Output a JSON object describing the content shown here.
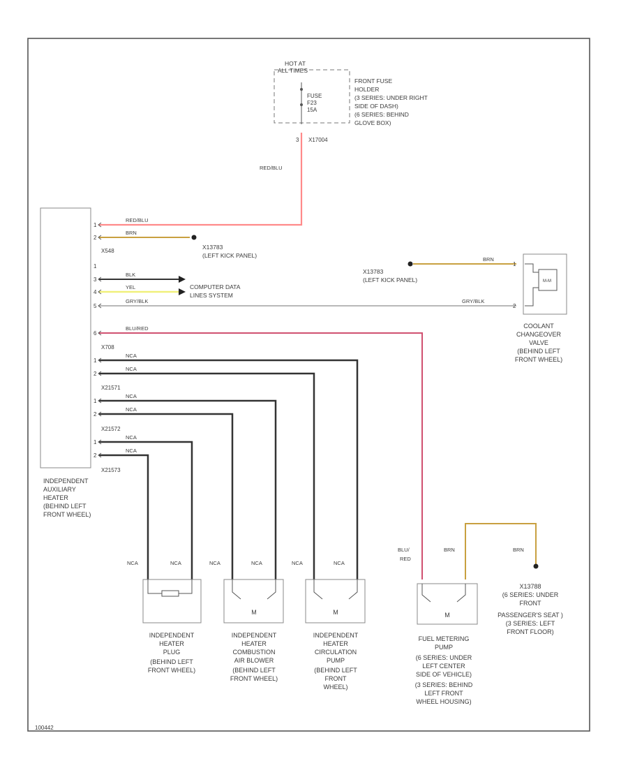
{
  "diagram_id": "100442",
  "fuse_holder": {
    "header": [
      "HOT AT",
      "ALL TIMES"
    ],
    "fuse_lines": [
      "FUSE",
      "F23",
      "15A"
    ],
    "description": [
      "FRONT FUSE",
      "HOLDER",
      "(3 SERIES: UNDER RIGHT",
      "SIDE OF DASH)",
      "(6 SERIES: BEHIND",
      "GLOVE BOX)"
    ],
    "pin": "3",
    "connector": "X17004",
    "wire_color": "RED/BLU"
  },
  "module": {
    "caption": [
      "INDEPENDENT",
      "AUXILIARY",
      "HEATER",
      "(BEHIND LEFT",
      "FRONT WHEEL)"
    ],
    "connector_1": "X548",
    "connector_2": "X708",
    "connector_3": "X21571",
    "connector_4": "X21572",
    "connector_5": "X21573"
  },
  "module_wires": [
    {
      "pin": "1",
      "color": "RED/BLU"
    },
    {
      "pin": "2",
      "color": "BRN"
    },
    {
      "pin": "1",
      "color": ""
    },
    {
      "pin": "3",
      "color": "BLK"
    },
    {
      "pin": "4",
      "color": "YEL"
    },
    {
      "pin": "5",
      "color": "GRY/BLK"
    },
    {
      "pin": "6",
      "color": "BLU/RED"
    },
    {
      "pin": "1",
      "color": "NCA"
    },
    {
      "pin": "2",
      "color": "NCA"
    },
    {
      "pin": "1",
      "color": "NCA"
    },
    {
      "pin": "2",
      "color": "NCA"
    },
    {
      "pin": "1",
      "color": "NCA"
    },
    {
      "pin": "2",
      "color": "NCA"
    }
  ],
  "grounds": {
    "left_ground_1": [
      "X13783",
      "(LEFT KICK PANEL)"
    ],
    "left_ground_2": [
      "X13783",
      "(LEFT KICK PANEL)"
    ],
    "right_ground": [
      "X13788",
      "(6 SERIES: UNDER",
      "FRONT",
      "PASSENGER'S SEAT )",
      "(3 SERIES: LEFT",
      "FRONT FLOOR)"
    ]
  },
  "data_link": [
    "COMPUTER DATA",
    "LINES SYSTEM"
  ],
  "valve": {
    "caption": [
      "COOLANT",
      "CHANGEOVER",
      "VALVE",
      "(BEHIND LEFT",
      "FRONT WHEEL)"
    ],
    "top_wire": "BRN",
    "bottom_wire": "GRY/BLK",
    "pin_top": "1",
    "pin_bottom": "2",
    "symbol": "M-M"
  },
  "components": [
    {
      "caption": [
        "INDEPENDENT",
        "HEATER",
        "PLUG",
        "(BEHIND LEFT",
        "FRONT WHEEL)"
      ],
      "wires": [
        "NCA",
        "NCA"
      ]
    },
    {
      "caption": [
        "INDEPENDENT",
        "HEATER",
        "COMBUSTION",
        "AIR BLOWER",
        "(BEHIND LEFT",
        "FRONT WHEEL)"
      ],
      "wires": [
        "NCA",
        "NCA"
      ],
      "mark": "M"
    },
    {
      "caption": [
        "INDEPENDENT",
        "HEATER",
        "CIRCULATION",
        "PUMP",
        "(BEHIND LEFT",
        "FRONT",
        "WHEEL)"
      ],
      "wires": [
        "NCA",
        "NCA"
      ],
      "mark": "M"
    }
  ],
  "metering_pump": {
    "caption": [
      "FUEL METERING",
      "PUMP",
      "(6 SERIES: UNDER",
      "LEFT CENTER",
      "SIDE OF VEHICLE)",
      "(3 SERIES: BEHIND",
      "LEFT FRONT",
      "WHEEL HOUSING)"
    ],
    "wire_left": [
      "BLU/",
      "RED"
    ],
    "wire_right": "BRN",
    "ground_wire": "BRN",
    "mark": "M"
  },
  "colors": {
    "red": "#ff8a8a",
    "brown": "#c8a040",
    "yellow": "#f0f07a",
    "black": "#333333",
    "gray": "#b8b8b8",
    "bluered": "#d05070",
    "frame": "#555555"
  }
}
